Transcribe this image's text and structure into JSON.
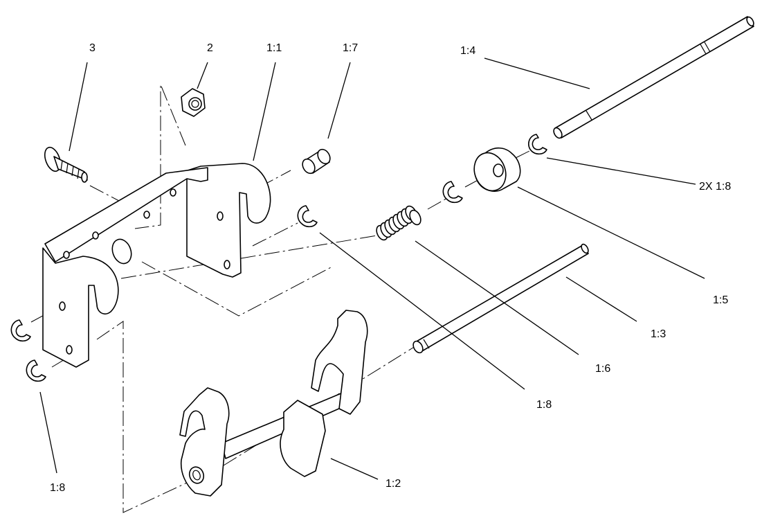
{
  "callouts": {
    "c3": "3",
    "c2": "2",
    "c1_1": "1:1",
    "c1_7": "1:7",
    "c1_4": "1:4",
    "c2x1_8": "2X 1:8",
    "c1_5": "1:5",
    "c1_3": "1:3",
    "c1_6": "1:6",
    "c1_8_mid": "1:8",
    "c1_2": "1:2",
    "c1_8_left": "1:8"
  }
}
